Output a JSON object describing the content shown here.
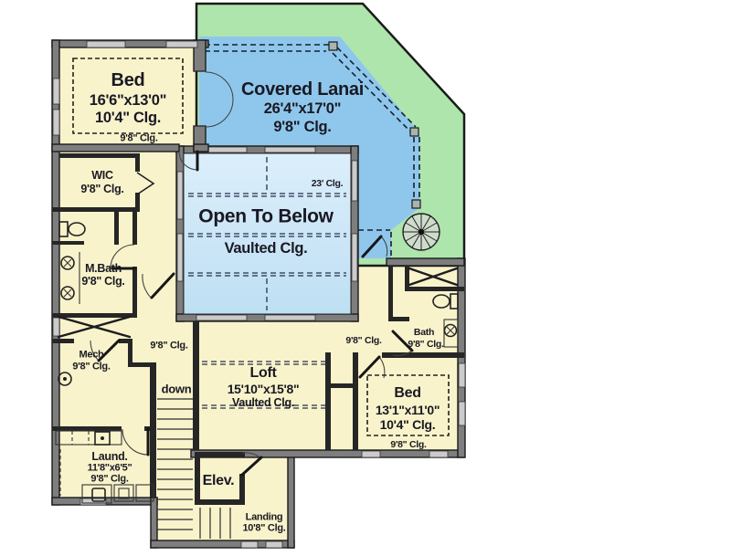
{
  "colors": {
    "room_fill": "#f9f3cb",
    "lanai_fill": "#8fc7ec",
    "roof_fill": "#aee5ac",
    "open_below_top": "#dceefb",
    "open_below_bottom": "#bedff3",
    "wall_fill": "#7e7e7e",
    "wall_line": "#1b1b1b",
    "window_fill": "#cbcbcb",
    "text": "#191923"
  },
  "plan": {
    "bed1": {
      "name": "Bed",
      "dims": "16'6\"x13'0\"",
      "clg": "10'4\" Clg.",
      "edge_clg": "9'8\" Clg."
    },
    "wic": {
      "name": "WIC",
      "clg": "9'8\" Clg."
    },
    "mbath": {
      "name": "M.Bath",
      "clg": "9'8\" Clg."
    },
    "hall_left": {
      "clg": "9'8\" Clg."
    },
    "mech": {
      "name": "Mech",
      "clg": "9'8\" Clg."
    },
    "laundry": {
      "name": "Laund.",
      "dims": "11'8\"x6'5\"",
      "clg": "9'8\" Clg."
    },
    "stairs": {
      "label": "down"
    },
    "lanai": {
      "name": "Covered Lanai",
      "dims": "26'4\"x17'0\"",
      "clg": "9'8\" Clg."
    },
    "open_to_below": {
      "name": "Open To Below",
      "clg": "Vaulted Clg.",
      "peak_clg": "23' Clg."
    },
    "loft": {
      "name": "Loft",
      "dims": "15'10\"x15'8\"",
      "clg": "Vaulted Clg."
    },
    "hall_right": {
      "clg": "9'8\" Clg."
    },
    "bath2": {
      "name": "Bath",
      "clg": "9'8\" Clg."
    },
    "bed2": {
      "name": "Bed",
      "dims": "13'1\"x11'0\"",
      "clg": "10'4\" Clg.",
      "edge_clg": "9'8\" Clg."
    },
    "elevator": {
      "name": "Elev."
    },
    "landing": {
      "name": "Landing",
      "clg": "10'8\" Clg."
    }
  }
}
